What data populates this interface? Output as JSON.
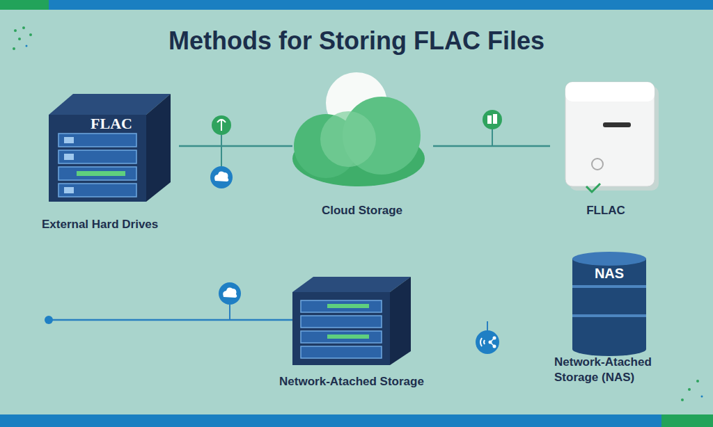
{
  "diagram": {
    "title": "Methods for Storing FLAC Files",
    "nodes": [
      {
        "text": [
          "FLAC",
          "External Hard Drives"
        ]
      },
      {
        "text": [
          "Cloud Storage"
        ]
      },
      {
        "text": [
          "FLLAC"
        ]
      },
      {
        "text": [
          "Network-Atached Storage"
        ]
      },
      {
        "text": [
          "NAS",
          "Network-Atached Storage (NAS)"
        ]
      }
    ],
    "edges": [
      {
        "from": 0,
        "to": 1,
        "arrow": "none"
      },
      {
        "from": 1,
        "to": 2,
        "arrow": "none"
      }
    ]
  }
}
